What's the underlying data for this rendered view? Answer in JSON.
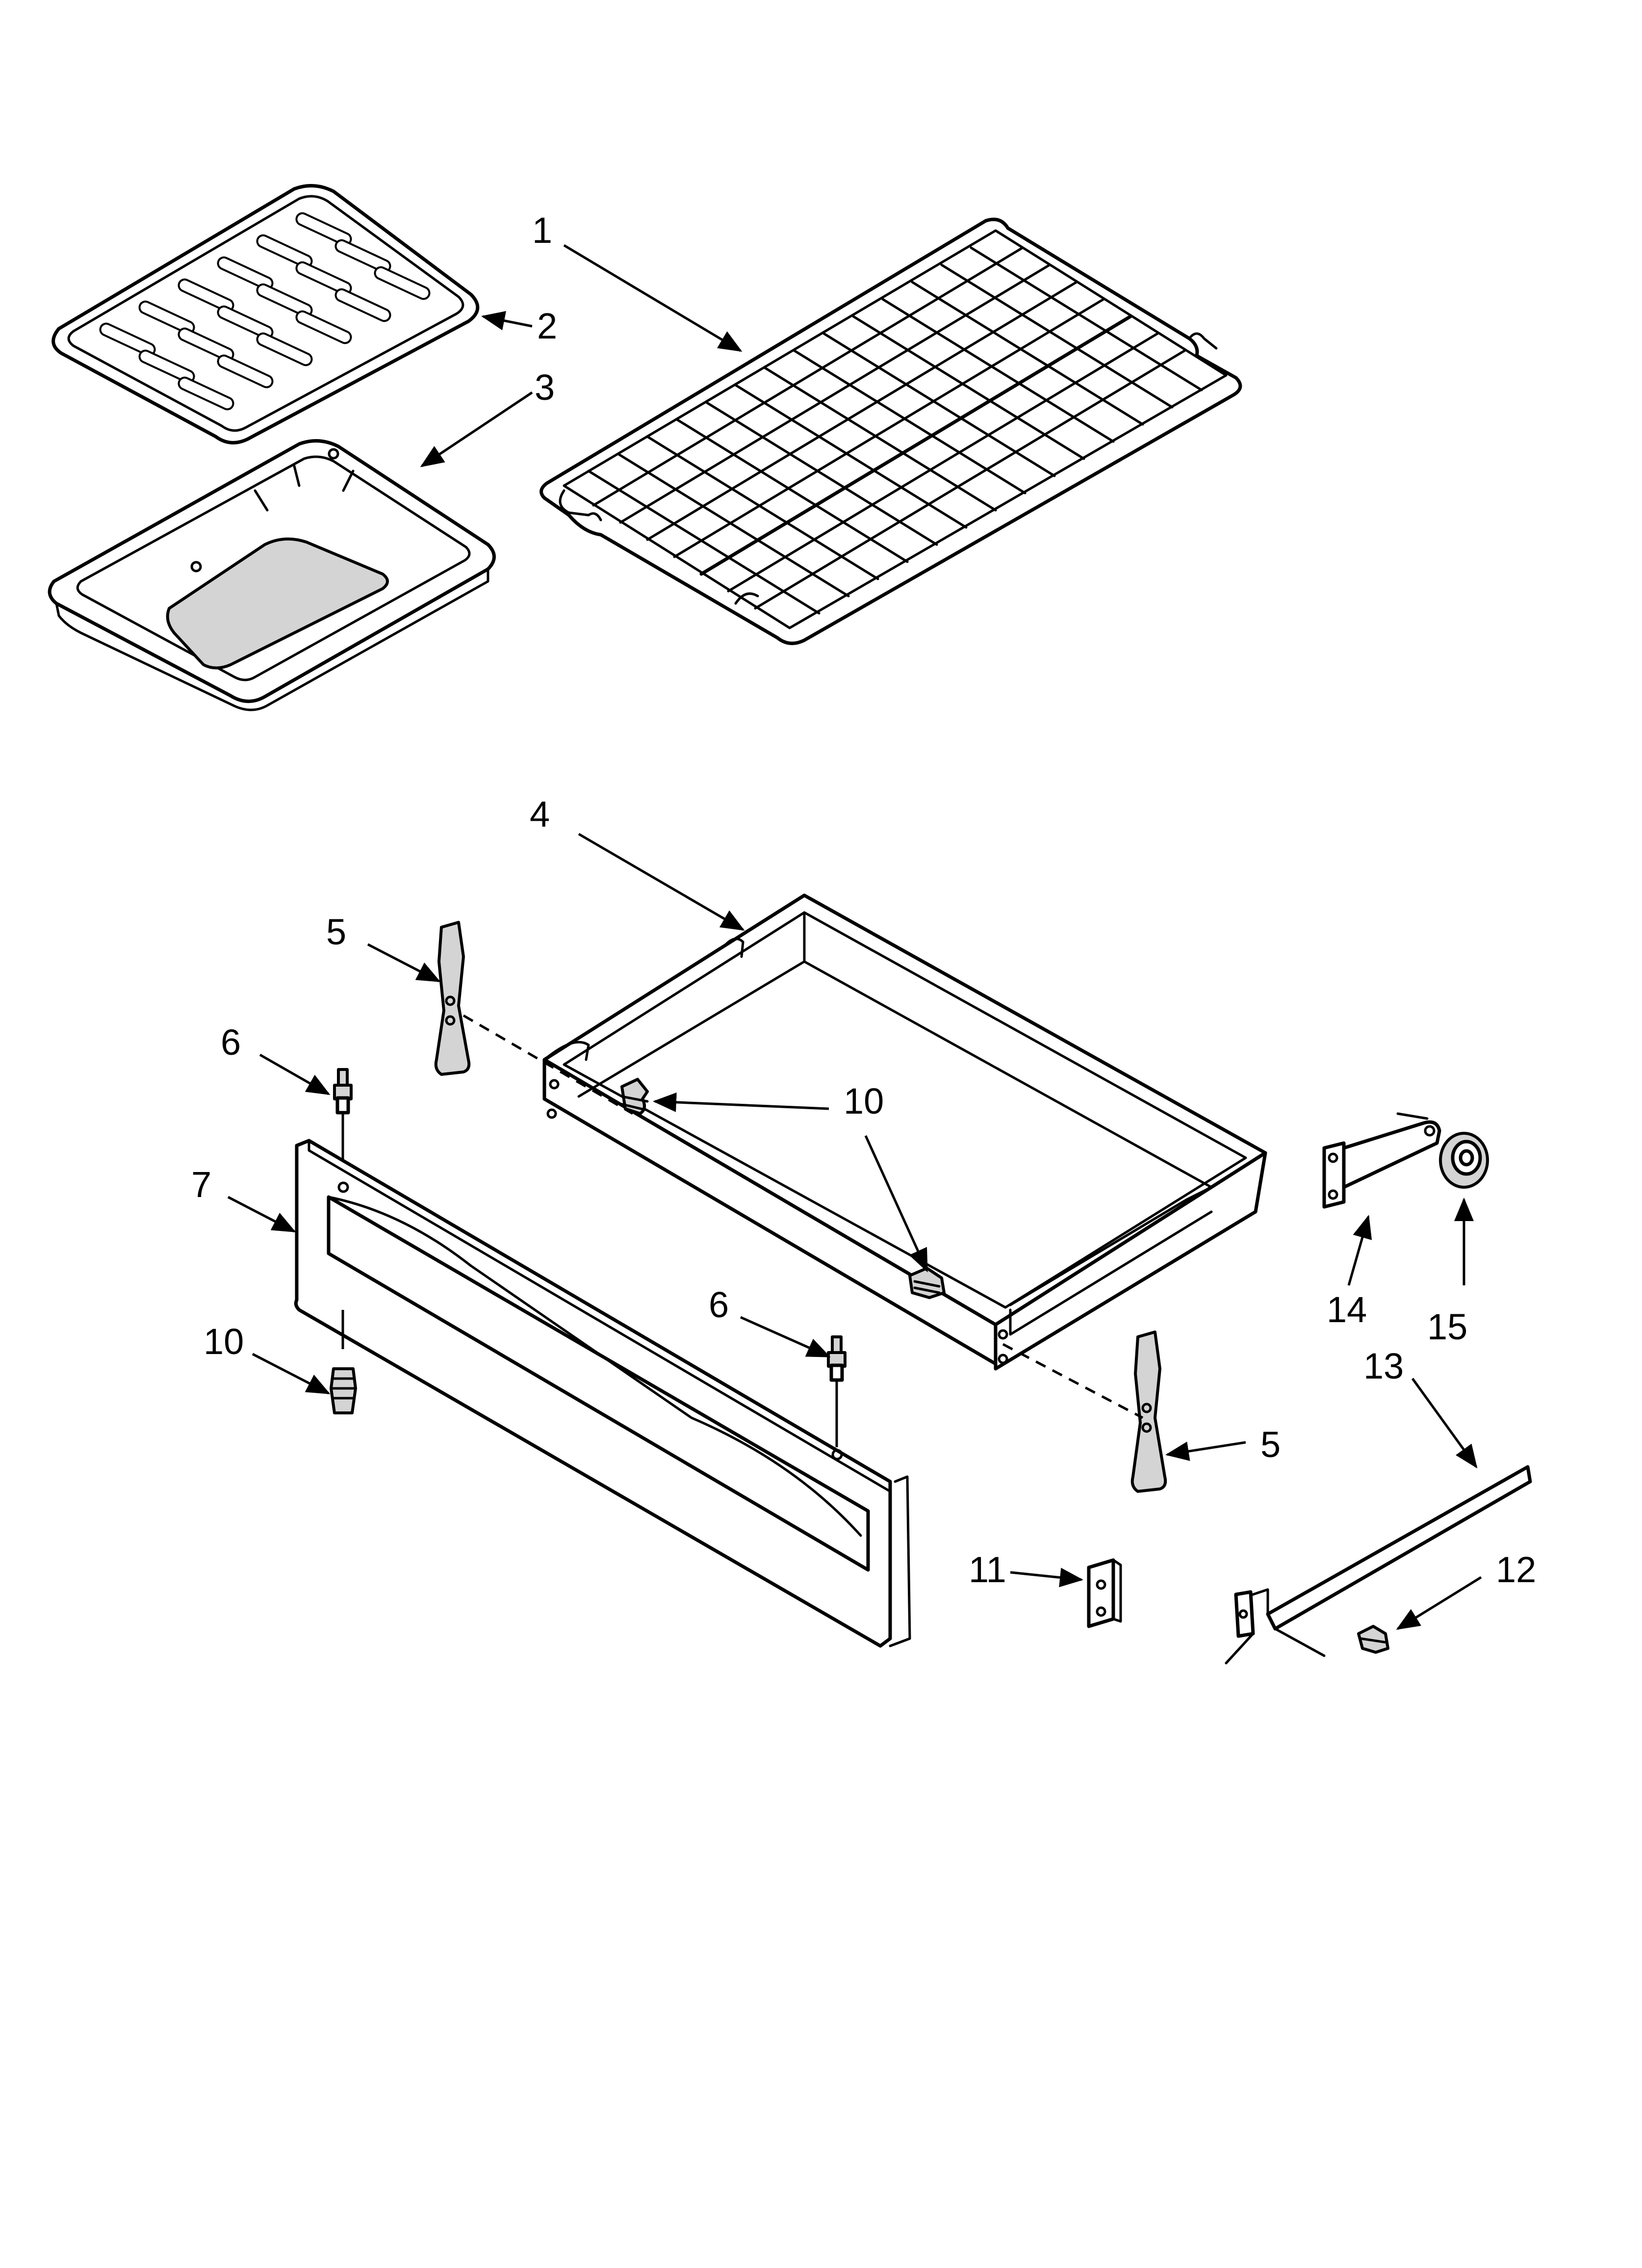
{
  "callouts": {
    "c1": "1",
    "c2": "2",
    "c3": "3",
    "c4": "4",
    "c5a": "5",
    "c5b": "5",
    "c6a": "6",
    "c6b": "6",
    "c7": "7",
    "c10a": "10",
    "c10b": "10",
    "c11": "11",
    "c12": "12",
    "c13": "13",
    "c14": "14",
    "c15": "15"
  },
  "colors": {
    "line": "#000000",
    "shading": "#d4d4d4",
    "background": "#ffffff"
  }
}
